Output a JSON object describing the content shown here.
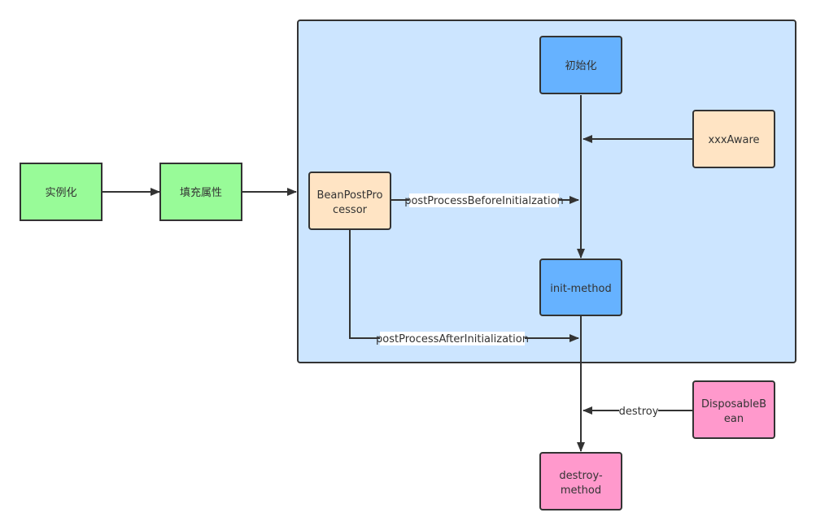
{
  "colors": {
    "green_fill": "#98fb98",
    "orange_fill": "#ffe4c4",
    "blue_fill": "#66b2ff",
    "pink_fill": "#ff99cc",
    "container_fill": "#cce5ff",
    "stroke": "#333333"
  },
  "nodes": {
    "instantiate": "实例化",
    "populate": "填充属性",
    "init": "初始化",
    "aware": "xxxAware",
    "bpp": [
      "BeanPostPro",
      "cessor"
    ],
    "init_method": "init-method",
    "disposable": [
      "DisposableB",
      "ean"
    ],
    "destroy_method": [
      "destroy-",
      "method"
    ]
  },
  "edges": {
    "before": "postProcessBeforeInitialzation",
    "after": "postProcessAfterInitialization",
    "destroy": "destroy"
  }
}
